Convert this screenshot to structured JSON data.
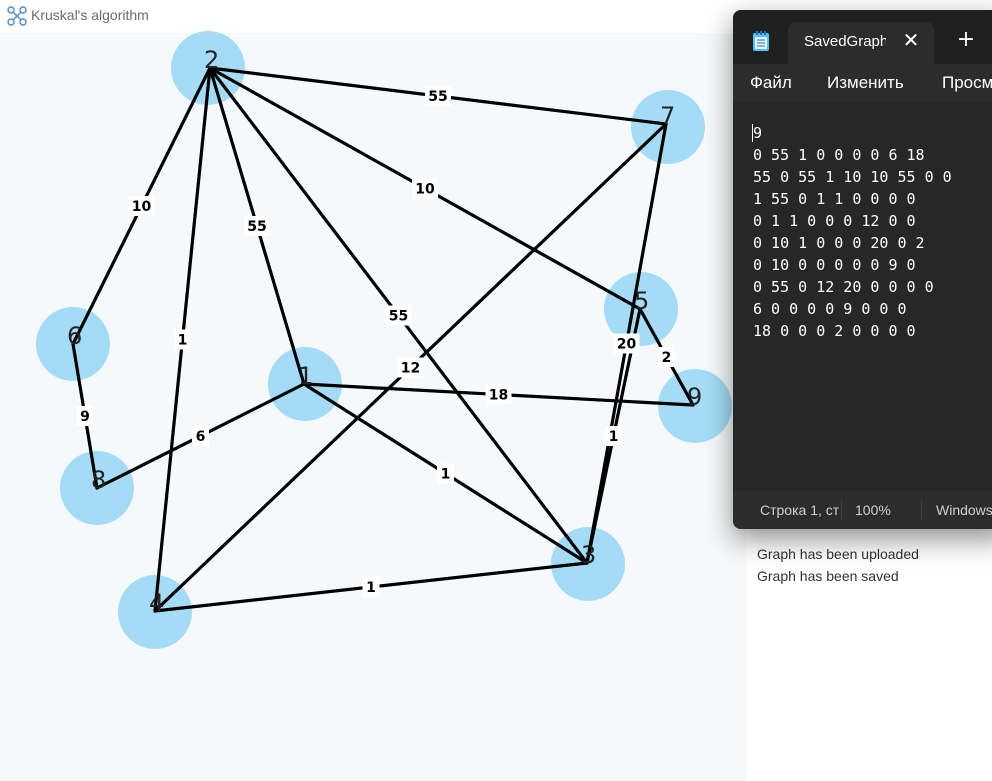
{
  "app": {
    "title": "Kruskal's algorithm",
    "icon": "graph-nodes-icon"
  },
  "graph": {
    "node_color": "#a4dcf7",
    "edge_color": "#000000",
    "nodes": [
      {
        "id": "1",
        "label": "1"
      },
      {
        "id": "2",
        "label": "2"
      },
      {
        "id": "3",
        "label": "3"
      },
      {
        "id": "4",
        "label": "4"
      },
      {
        "id": "5",
        "label": "5"
      },
      {
        "id": "6",
        "label": "6"
      },
      {
        "id": "7",
        "label": "7"
      },
      {
        "id": "8",
        "label": "8"
      },
      {
        "id": "9",
        "label": "9"
      }
    ],
    "edges": [
      {
        "from": "2",
        "to": "6",
        "weight": "10"
      },
      {
        "from": "2",
        "to": "7",
        "weight": "55"
      },
      {
        "from": "2",
        "to": "1",
        "weight": "55"
      },
      {
        "from": "2",
        "to": "4",
        "weight": "1"
      },
      {
        "from": "2",
        "to": "5",
        "weight": "10"
      },
      {
        "from": "2",
        "to": "3",
        "weight": "55"
      },
      {
        "from": "6",
        "to": "8",
        "weight": "9"
      },
      {
        "from": "8",
        "to": "1",
        "weight": "6"
      },
      {
        "from": "1",
        "to": "9",
        "weight": "18"
      },
      {
        "from": "1",
        "to": "3",
        "weight": "1"
      },
      {
        "from": "4",
        "to": "7",
        "weight": "12"
      },
      {
        "from": "4",
        "to": "3",
        "weight": "1"
      },
      {
        "from": "7",
        "to": "3",
        "weight": "20"
      },
      {
        "from": "3",
        "to": "5",
        "weight": "1"
      },
      {
        "from": "5",
        "to": "9",
        "weight": "2"
      }
    ]
  },
  "log": {
    "lines": [
      "Graph has been uploaded",
      "Graph has been saved"
    ]
  },
  "notepad": {
    "icon": "notepad-icon",
    "tab_label": "SavedGraph",
    "close_symbol": "✕",
    "new_tab_symbol": "+",
    "menu": [
      "Файл",
      "Изменить",
      "Просмотр"
    ],
    "content": "9\n0 55 1 0 0 0 0 6 18\n55 0 55 1 10 10 55 0 0\n1 55 0 1 1 0 0 0 0\n0 1 1 0 0 0 12 0 0\n0 10 1 0 0 0 20 0 2\n0 10 0 0 0 0 0 9 0\n0 55 0 12 20 0 0 0 0\n6 0 0 0 0 9 0 0 0\n18 0 0 0 2 0 0 0 0",
    "status": {
      "position": "Строка 1, ст",
      "zoom": "100%",
      "line_ending": "Windows"
    }
  }
}
